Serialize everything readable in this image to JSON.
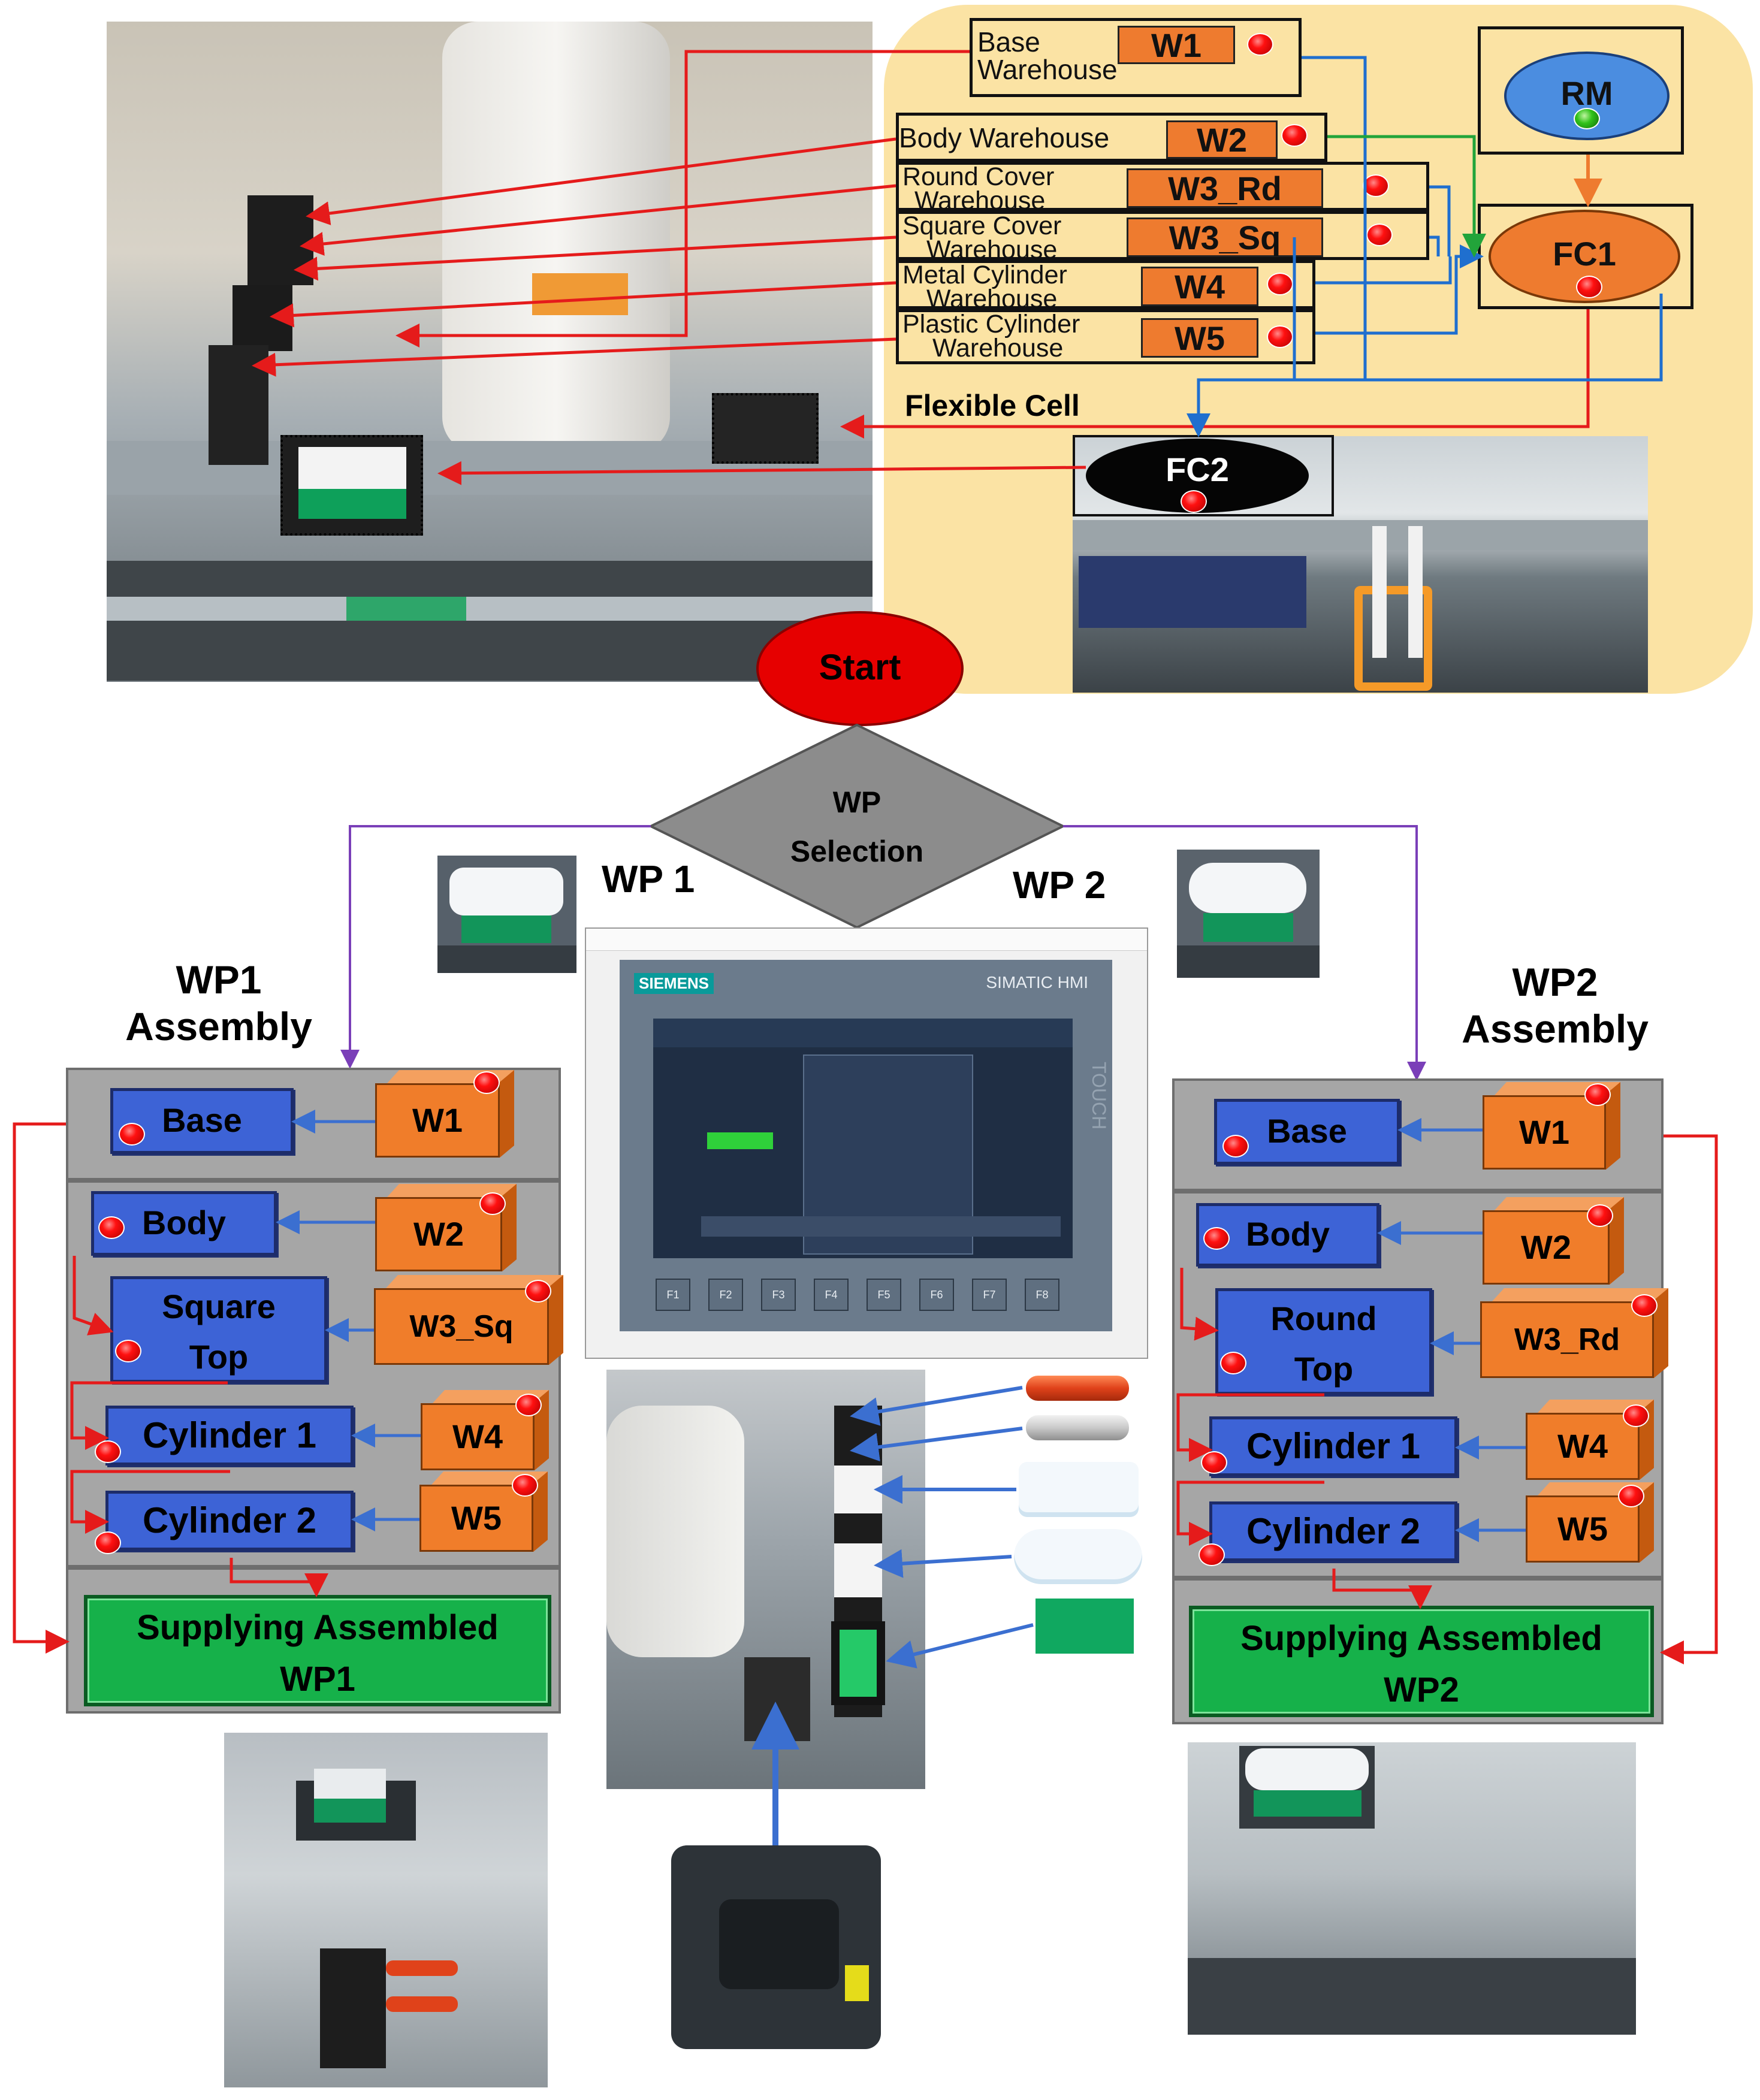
{
  "colors": {
    "cell_bg": "#fbe3a4",
    "warehouse_orange": "#ee7b2f",
    "red_arrow": "#e51b1b",
    "blue_arrow": "#1f6fcf",
    "green_arrow": "#22a43a",
    "purple_arrow": "#7a3fb8",
    "step_blue": "#3d63d6",
    "supply_green": "#16b14a",
    "panel_gray": "#a6a6a6",
    "start_red": "#e60000"
  },
  "flexible_cell": {
    "label": "Flexible Cell",
    "warehouses": [
      {
        "name_line1": "Base",
        "name_line2": "Warehouse",
        "code": "W1"
      },
      {
        "name_line1": "Body Warehouse",
        "name_line2": "",
        "code": "W2"
      },
      {
        "name_line1": "Round Cover",
        "name_line2": "Warehouse",
        "code": "W3_Rd"
      },
      {
        "name_line1": "Square Cover",
        "name_line2": "Warehouse",
        "code": "W3_Sq"
      },
      {
        "name_line1": "Metal Cylinder",
        "name_line2": "Warehouse",
        "code": "W4"
      },
      {
        "name_line1": "Plastic Cylinder",
        "name_line2": "Warehouse",
        "code": "W5"
      }
    ],
    "rm": "RM",
    "fc1": "FC1",
    "fc2": "FC2"
  },
  "start": "Start",
  "decision": {
    "line1": "WP",
    "line2": "Selection"
  },
  "wp1_label": "WP 1",
  "wp2_label": "WP 2",
  "hmi": {
    "brand": "SIEMENS",
    "product": "SIMATIC HMI",
    "side": "TOUCH",
    "fkeys": [
      "F1",
      "F2",
      "F3",
      "F4",
      "F5",
      "F6",
      "F7",
      "F8"
    ]
  },
  "wp1": {
    "title_line1": "WP1",
    "title_line2": "Assembly",
    "steps": [
      {
        "line1": "Base",
        "line2": "",
        "source": "W1"
      },
      {
        "line1": "Body",
        "line2": "",
        "source": "W2"
      },
      {
        "line1": "Square",
        "line2": "Top",
        "source": "W3_Sq"
      },
      {
        "line1": "Cylinder 1",
        "line2": "",
        "source": "W4"
      },
      {
        "line1": "Cylinder 2",
        "line2": "",
        "source": "W5"
      }
    ],
    "supply_line1": "Supplying Assembled",
    "supply_line2": "WP1"
  },
  "wp2": {
    "title_line1": "WP2",
    "title_line2": "Assembly",
    "steps": [
      {
        "line1": "Base",
        "line2": "",
        "source": "W1"
      },
      {
        "line1": "Body",
        "line2": "",
        "source": "W2"
      },
      {
        "line1": "Round",
        "line2": "Top",
        "source": "W3_Rd"
      },
      {
        "line1": "Cylinder 1",
        "line2": "",
        "source": "W4"
      },
      {
        "line1": "Cylinder 2",
        "line2": "",
        "source": "W5"
      }
    ],
    "supply_line1": "Supplying Assembled",
    "supply_line2": "WP2"
  }
}
